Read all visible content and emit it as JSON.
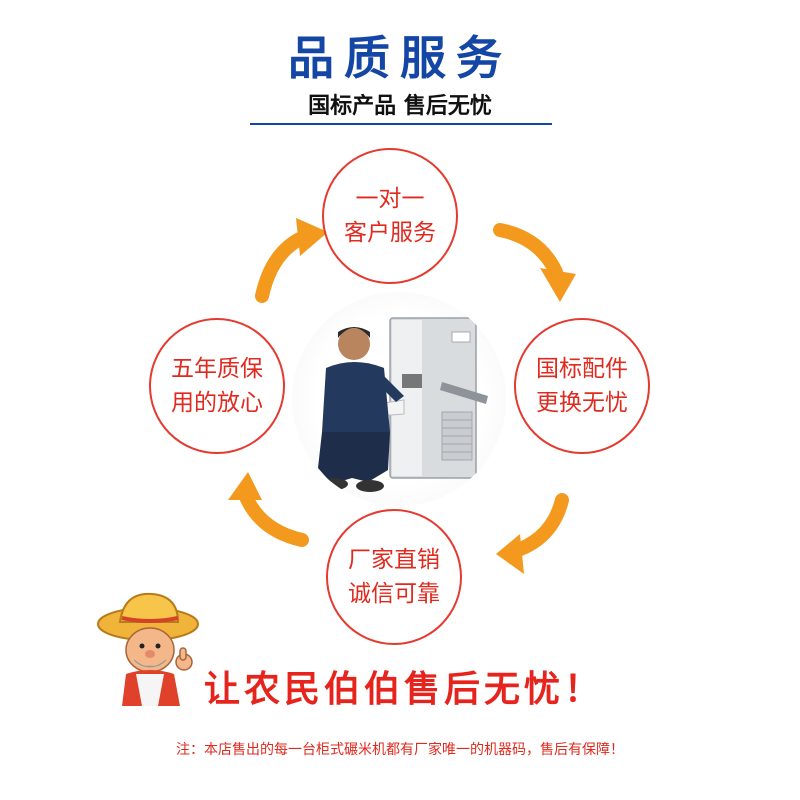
{
  "header": {
    "title": "品质服务",
    "subtitle": "国标产品  售后无忧"
  },
  "circles": {
    "top": {
      "line1": "一对一",
      "line2": "客户服务"
    },
    "left": {
      "line1": "五年质保",
      "line2": "用的放心"
    },
    "right": {
      "line1": "国标配件",
      "line2": "更换无忧"
    },
    "bottom": {
      "line1": "厂家直销",
      "line2": "诚信可靠"
    }
  },
  "slogan": "让农民伯伯售后无忧！",
  "note": "注：本店售出的每一台柜式碾米机都有厂家唯一的机器码，售后有保障！",
  "colors": {
    "title_blue": "#1446a6",
    "circle_red": "#e53a2f",
    "arrow_orange": "#f39a1e",
    "slogan_red": "#e6241d"
  },
  "icons": [
    "cycle-arrow-icon",
    "farmer-mascot",
    "product-photo"
  ]
}
